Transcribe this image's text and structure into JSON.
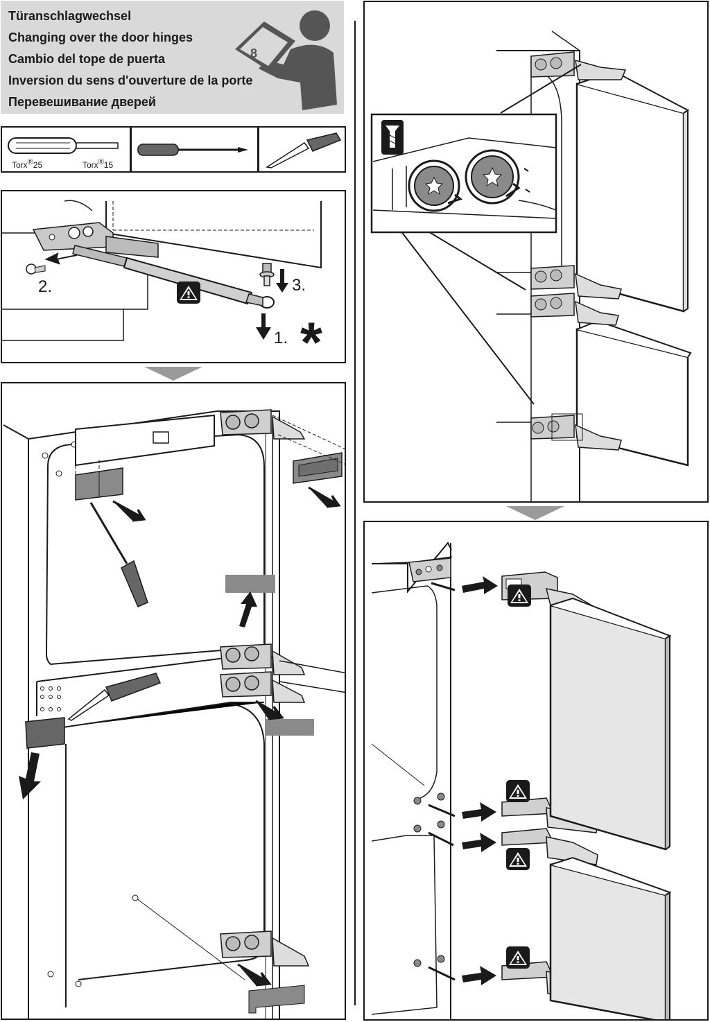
{
  "header": {
    "titles": [
      "Türanschlagwechsel",
      "Changing over the door hinges",
      "Cambio del tope de puerta",
      "Inversion du sens d'ouverture de la porte",
      "Перевешивание дверей"
    ],
    "manual_page_number": "8"
  },
  "tools": {
    "torx_large": {
      "prefix": "Torx",
      "mark": "®",
      "size": "25"
    },
    "torx_small": {
      "prefix": "Torx",
      "mark": "®",
      "size": "15"
    }
  },
  "step1": {
    "labels": [
      "2.",
      "3.",
      "1."
    ],
    "asterisk": "*"
  },
  "colors": {
    "header_bg": "#d9d9d9",
    "line": "#1a1a1a",
    "part_gray": "#8a8a8a",
    "arrow_gray": "#9a9a9a",
    "door_fill": "#e6e6e6"
  }
}
